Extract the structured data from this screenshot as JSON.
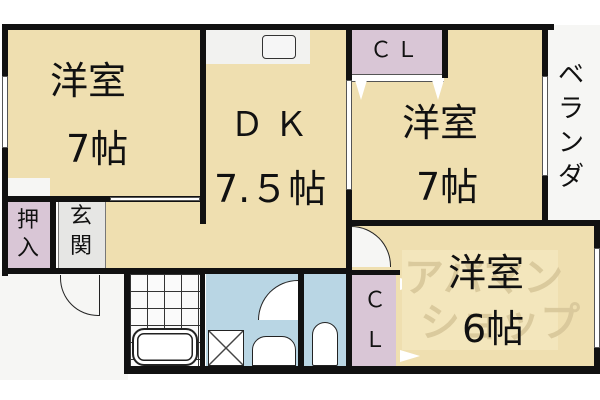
{
  "floorplan": {
    "rooms": [
      {
        "id": "western-room-1",
        "name": "洋室",
        "size": "7帖"
      },
      {
        "id": "dining-kitchen",
        "name": "ＤＫ",
        "size": "7.５帖"
      },
      {
        "id": "western-room-2",
        "name": "洋室",
        "size": "7帖"
      },
      {
        "id": "western-room-3",
        "name": "洋室",
        "size": "6帖"
      }
    ],
    "closets": [
      {
        "id": "closet-top",
        "label": "ＣＬ"
      },
      {
        "id": "closet-bottom",
        "label_top": "Ｃ",
        "label_bottom": "Ｌ"
      }
    ],
    "storage": {
      "label_top": "押",
      "label_bottom": "入"
    },
    "entrance": {
      "label_top": "玄",
      "label_bottom": "関"
    },
    "veranda": {
      "label": "ベランダ",
      "chars": [
        "ベ",
        "ラ",
        "ン",
        "ダ"
      ]
    },
    "watermark": {
      "line1": "アパマン",
      "line2": "ショップ"
    },
    "colors": {
      "room": "#efdfb0",
      "closet": "#d9c6d6",
      "wet_area": "#b9d6e4",
      "wall": "#111111",
      "watermark": "#d8c79a"
    }
  }
}
